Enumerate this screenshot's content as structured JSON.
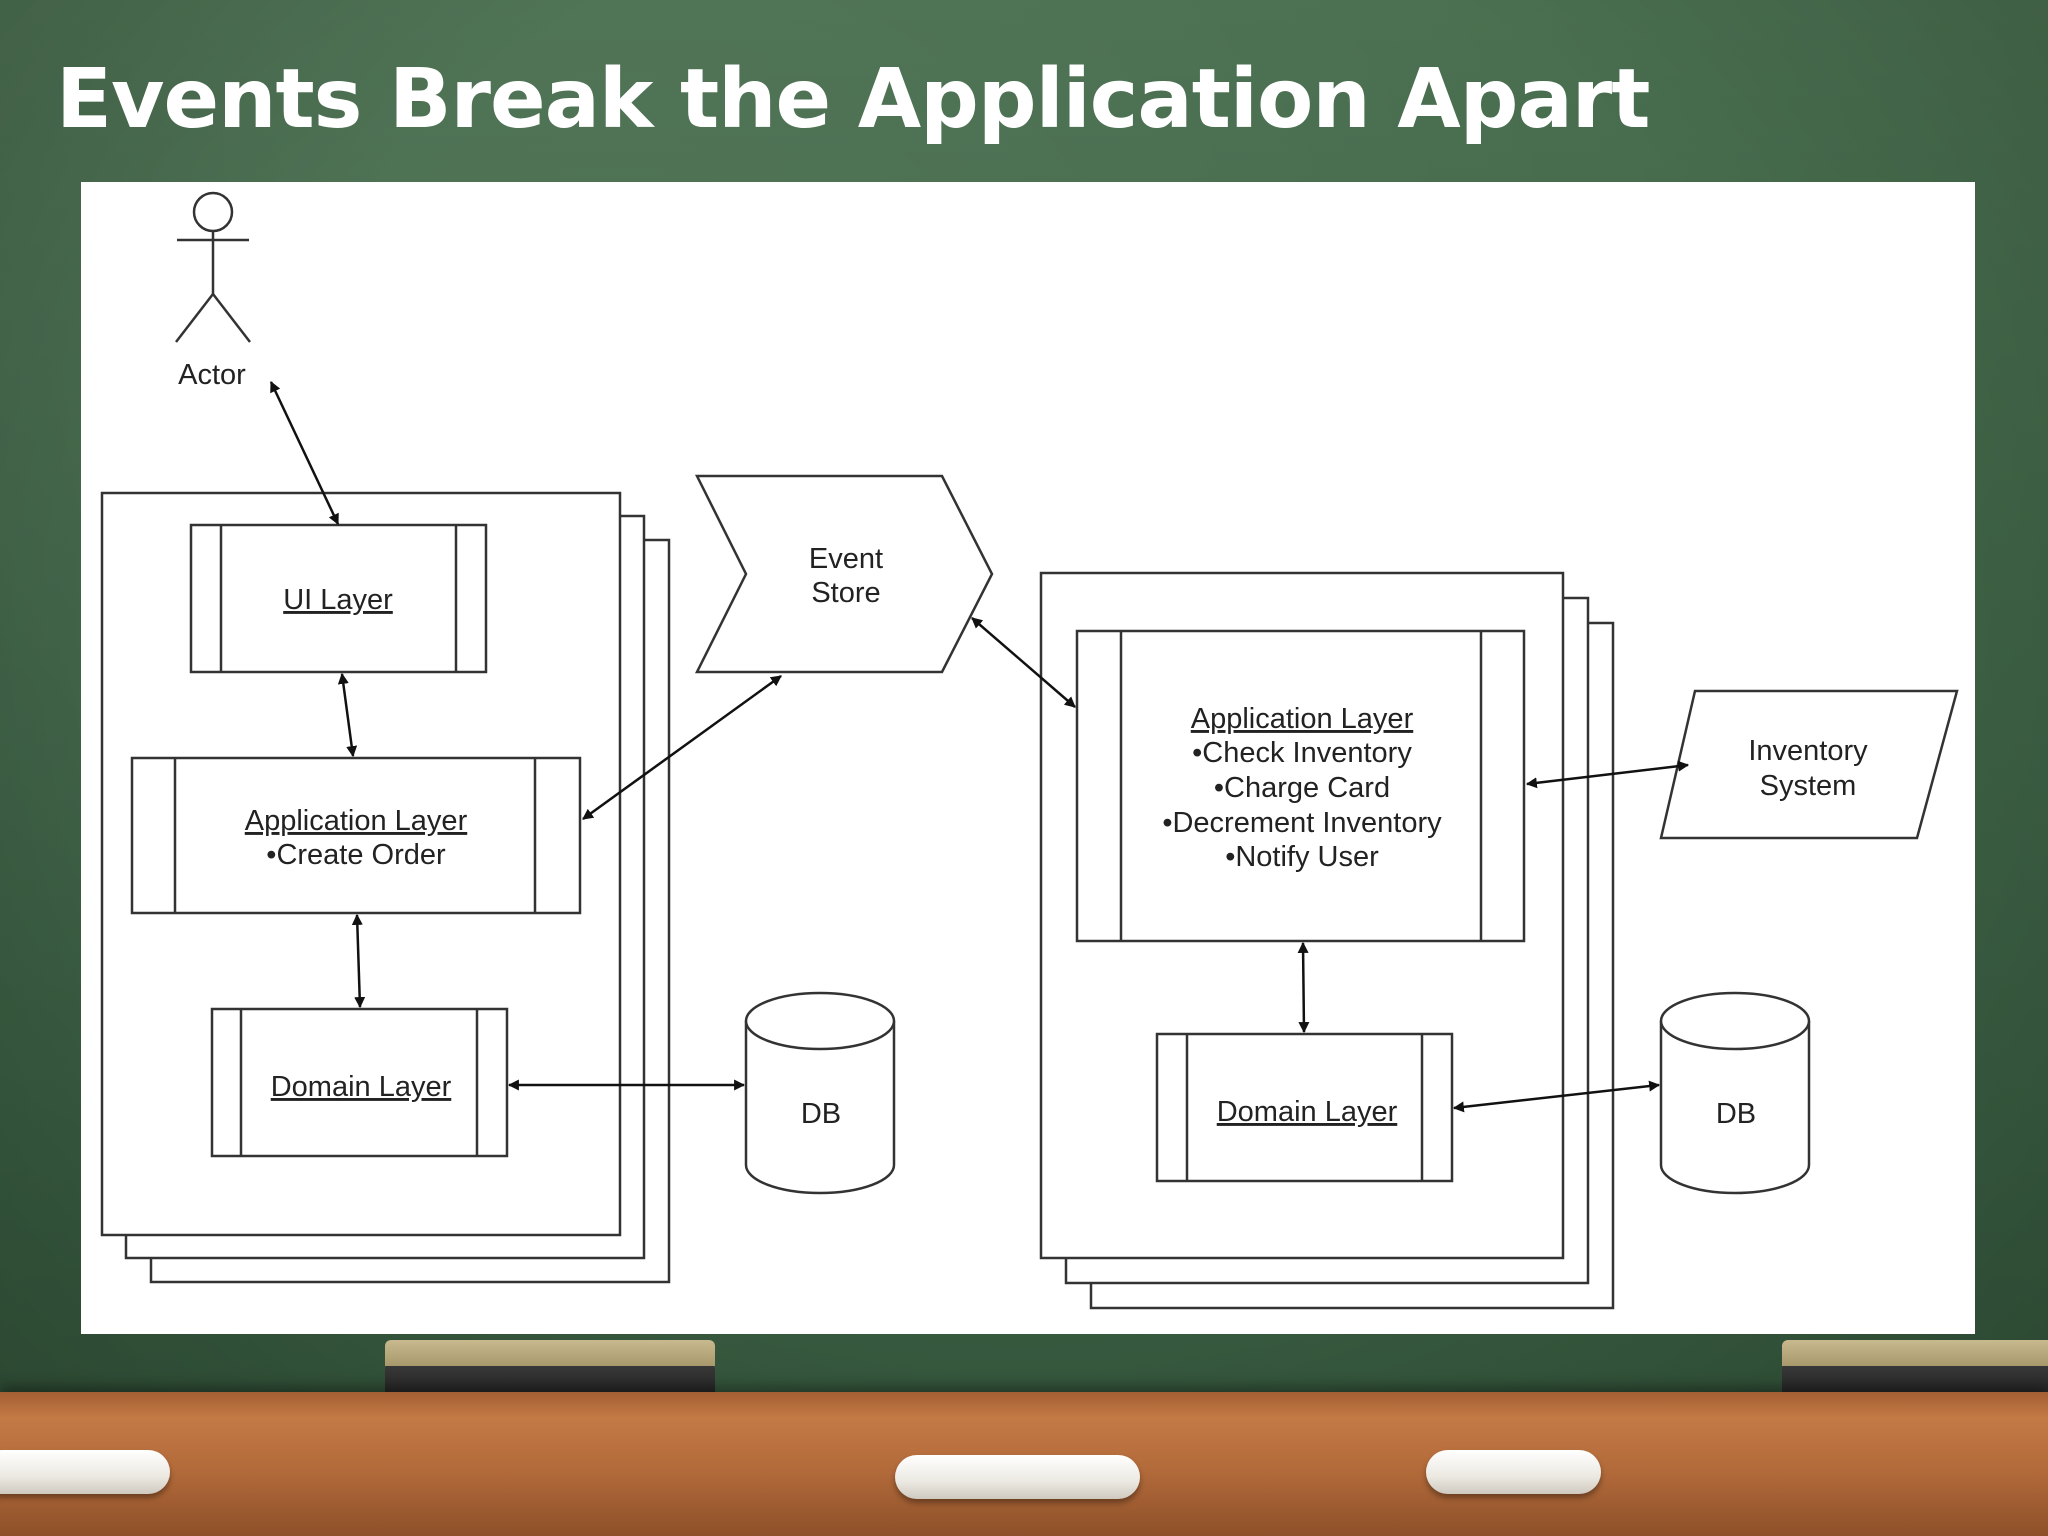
{
  "slide": {
    "title": "Events Break the Application Apart"
  },
  "diagram": {
    "actor": "Actor",
    "left_service": {
      "ui_layer": "UI Layer",
      "application_layer": {
        "title": "Application Layer",
        "items": [
          "•Create Order"
        ]
      },
      "domain_layer": "Domain Layer",
      "db": "DB"
    },
    "event_store": [
      "Event",
      "Store"
    ],
    "right_service": {
      "application_layer": {
        "title": "Application Layer",
        "items": [
          "•Check Inventory",
          "•Charge Card",
          "•Decrement Inventory",
          "•Notify User"
        ]
      },
      "domain_layer": "Domain Layer",
      "db": "DB"
    },
    "inventory_system": [
      "Inventory",
      "System"
    ]
  }
}
